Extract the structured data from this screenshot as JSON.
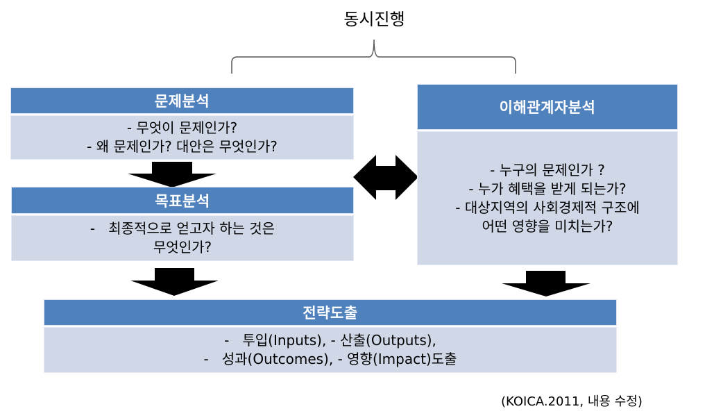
{
  "diagram": {
    "top_label": "동시진행",
    "boxes": {
      "problem_analysis": {
        "title": "문제분석",
        "lines": [
          "- 무엇이 문제인가?",
          "- 왜 문제인가? 대안은 무엇인가?"
        ]
      },
      "objective_analysis": {
        "title": "목표분석",
        "lines": [
          "-   최종적으로 얻고자 하는 것은",
          "무엇인가?"
        ]
      },
      "stakeholder_analysis": {
        "title": "이해관계자분석",
        "lines": [
          "- 누구의 문제인가 ?",
          "- 누가 혜택을 받게 되는가?",
          "- 대상지역의 사회경제적 구조에",
          "어떤 영향을 미치는가?"
        ]
      },
      "strategy_derivation": {
        "title": "전략도출",
        "lines": [
          "-   투입(Inputs), - 산출(Outputs),",
          "-   성과(Outcomes), - 영향(Impact)도출"
        ]
      }
    },
    "source": "(KOICA.2011, 내용 수정)",
    "colors": {
      "header": "#4f81bd",
      "body": "#d0d8e8",
      "arrow": "#000000"
    }
  }
}
